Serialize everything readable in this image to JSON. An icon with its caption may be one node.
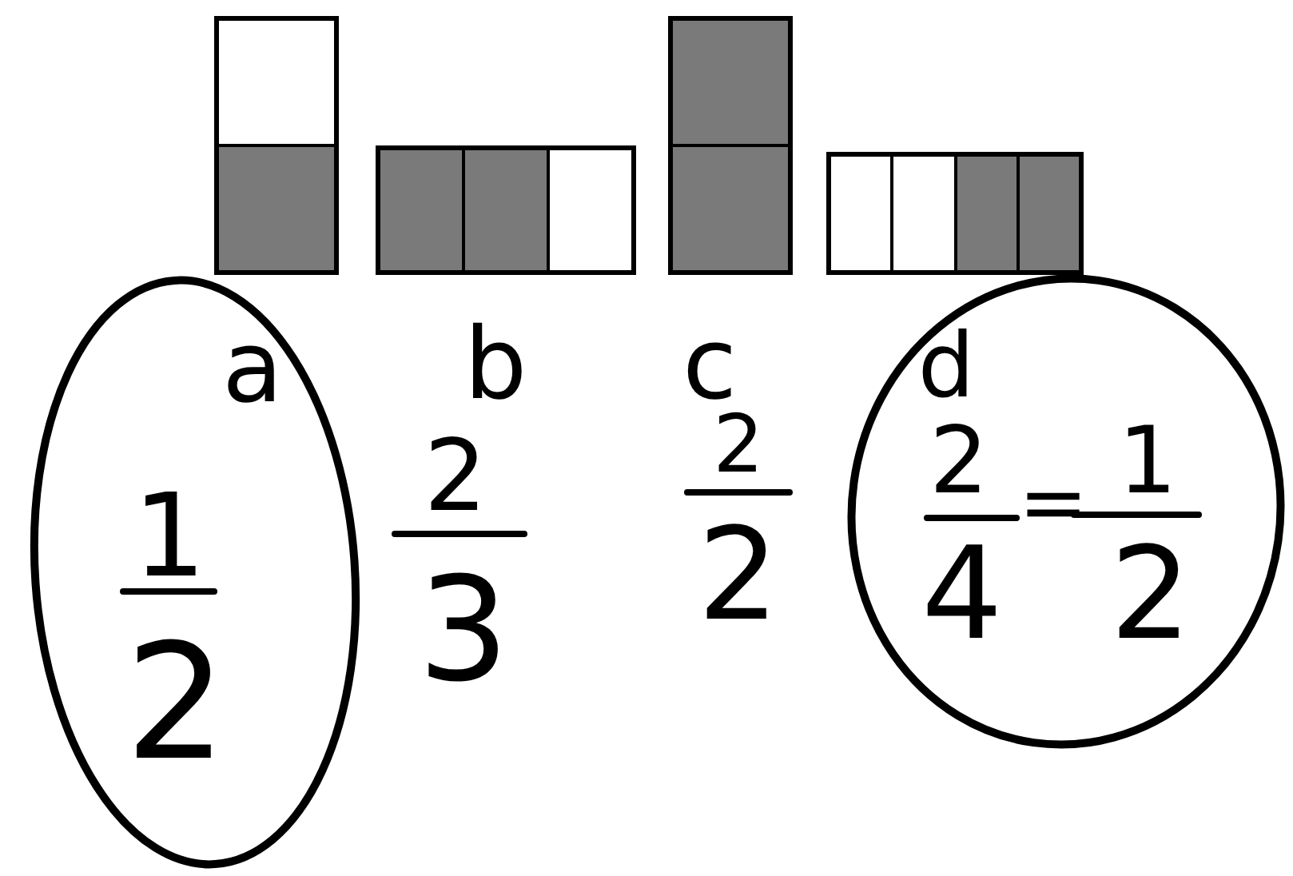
{
  "diagram": {
    "nodes": [
      {
        "text": [
          "a",
          "1",
          "2"
        ]
      },
      {
        "text": [
          "d",
          "2",
          "4",
          "=",
          "1",
          "2"
        ]
      }
    ],
    "edges": [],
    "labels": [
      "b",
      "2",
      "3",
      "c",
      "2",
      "2"
    ]
  }
}
